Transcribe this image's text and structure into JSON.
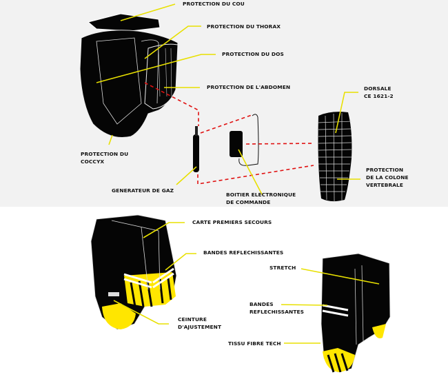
{
  "colors": {
    "top_bg": "#f2f2f2",
    "bottom_bg": "#ffffff",
    "leader": "#e8e000",
    "wire": "#e01010",
    "vest": "#050505",
    "accent": "#ffe600"
  },
  "top_panel": {
    "labels": {
      "neck": "PROTECTION DU COU",
      "thorax": "PROTECTION DU THORAX",
      "back": "PROTECTION DU DOS",
      "abdomen": "PROTECTION DE L'ABDOMEN",
      "dorsal_1": "DORSALE",
      "dorsal_2": "CE 1621-2",
      "coccyx_1": "PROTECTION DU",
      "coccyx_2": "COCCYX",
      "gas": "GENERATEUR DE GAZ",
      "box_1": "BOITIER ELECTRONIQUE",
      "box_2": "DE COMMANDE",
      "spine_1": "PROTECTION",
      "spine_2": "DE LA COLONE",
      "spine_3": "VERTEBRALE"
    }
  },
  "bottom_panel": {
    "labels": {
      "first_aid": "CARTE PREMIERS  SECOURS",
      "reflective_front": "BANDES REFLECHISSANTES",
      "belt_1": "CEINTURE",
      "belt_2": "D'AJUSTEMENT",
      "stretch": "STRETCH",
      "reflective_back_1": "BANDES",
      "reflective_back_2": "REFLECHISSANTES",
      "fabric": "TISSU FIBRE TECH"
    }
  }
}
